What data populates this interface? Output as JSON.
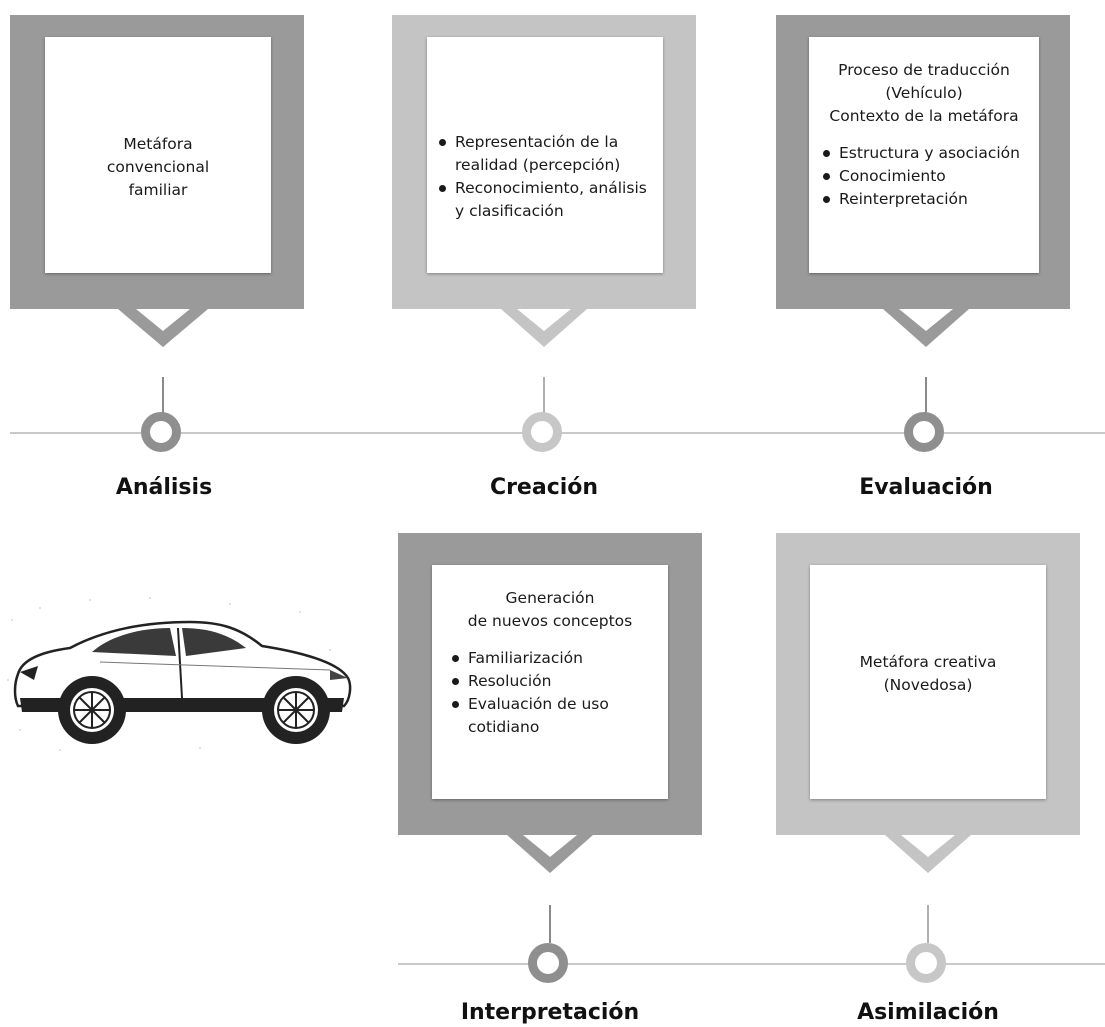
{
  "stages": [
    {
      "id": "analisis",
      "label": "Análisis",
      "tone": "dark",
      "title_lines": [
        "Metáfora",
        "convencional",
        "familiar"
      ],
      "bullets": []
    },
    {
      "id": "creacion",
      "label": "Creación",
      "tone": "light",
      "title_lines": [],
      "bullets": [
        "Representación de la realidad (percepción)",
        "Reconocimiento, análisis y clasificación"
      ]
    },
    {
      "id": "evaluacion",
      "label": "Evaluación",
      "tone": "dark",
      "title_lines": [
        "Proceso de traducción",
        "(Vehículo)",
        "Contexto de la metáfora"
      ],
      "bullets": [
        "Estructura y asociación",
        "Conocimiento",
        "Reinterpretación"
      ]
    },
    {
      "id": "interpretacion",
      "label": "Interpretación",
      "tone": "dark",
      "title_lines": [
        "Generación",
        "de nuevos conceptos"
      ],
      "bullets": [
        "Familiarización",
        "Resolución",
        "Evaluación de uso cotidiano"
      ]
    },
    {
      "id": "asimilacion",
      "label": "Asimilación",
      "tone": "light",
      "title_lines": [
        "Metáfora creativa",
        "(Novedosa)"
      ],
      "bullets": []
    }
  ],
  "colors": {
    "dark_panel": "#9a9a9a",
    "light_panel": "#c4c4c4",
    "timeline": "#c9c9c9",
    "background": "#ffffff"
  },
  "illustration": "car-illustration"
}
